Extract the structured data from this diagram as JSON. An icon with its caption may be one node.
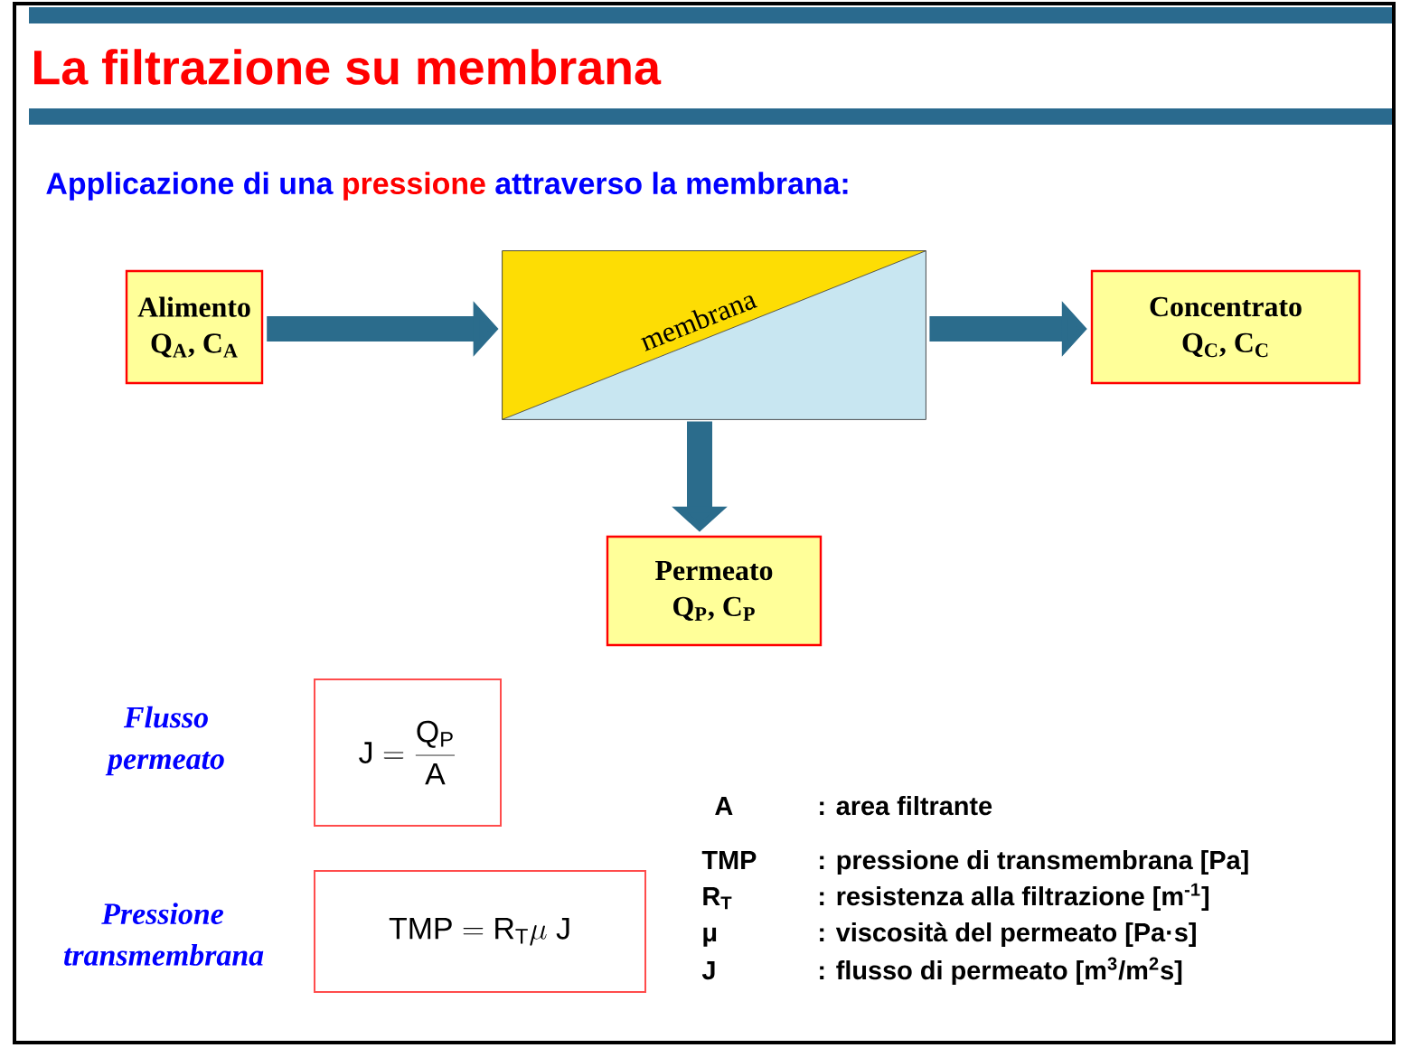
{
  "diagram": {
    "title": "La filtrazione su membrana",
    "nodes": [
      {
        "text": [
          "Alimento",
          "Q$_{A}$, C$_{A}$"
        ]
      },
      {
        "text": [
          "membrana"
        ]
      },
      {
        "text": [
          "Concentrato",
          "Q$_{C}$, C$_{C}$"
        ]
      },
      {
        "text": [
          "Permeato",
          "Q$_{P}$, C$_{P}$"
        ]
      },
      {
        "text": [
          "\\mathrm{J} = \\frac{\\mathrm{Q}_{\\mathrm{P}}}{\\mathrm{A}}"
        ],
        "beside": [
          "Flusso permeato"
        ]
      },
      {
        "text": [
          "\\mathrm{TMP} = \\mathrm{R}_{\\mathrm{T}}\\mu\\ \\mathrm{J}"
        ],
        "beside": [
          "Pressione transmembrana"
        ]
      }
    ],
    "edges": [
      {
        "from": 0,
        "to": 1,
        "arrow": "to"
      },
      {
        "from": 1,
        "to": 2,
        "arrow": "to"
      },
      {
        "from": 1,
        "to": 3,
        "arrow": "to"
      }
    ],
    "labels": [
      "Applicazione di una **pressione** attraverso la membrana:",
      "A",
      ": area filtrante",
      "TMP",
      ": pressione di transmembrana [Pa]",
      "R$_{T}$",
      ": resistenza alla filtrazione [m$^{-1}$]",
      "μ",
      ": viscosità del permeato [Pa·s]",
      "J",
      ": flusso di permeato [m$^{3}$/m$^{2}$s]"
    ]
  }
}
